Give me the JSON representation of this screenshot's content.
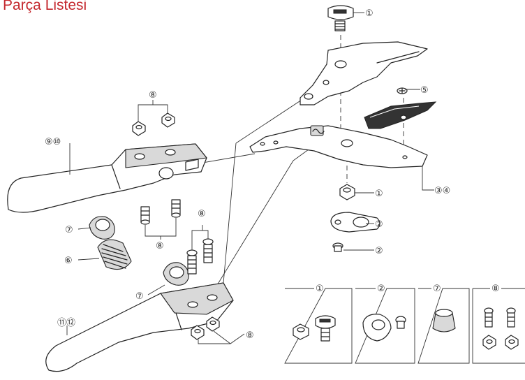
{
  "title": "Parça Listesi",
  "callouts": {
    "c1": "①",
    "c2": "②",
    "c5": "⑤",
    "c6": "⑥",
    "c7": "⑦",
    "c8": "⑧",
    "c9_10": "⑨⑩",
    "c11_12": "⑪⑫",
    "c3_4": "③④"
  },
  "detail_boxes": [
    {
      "label": "①"
    },
    {
      "label": "②"
    },
    {
      "label": "⑦"
    },
    {
      "label": "⑧"
    }
  ]
}
